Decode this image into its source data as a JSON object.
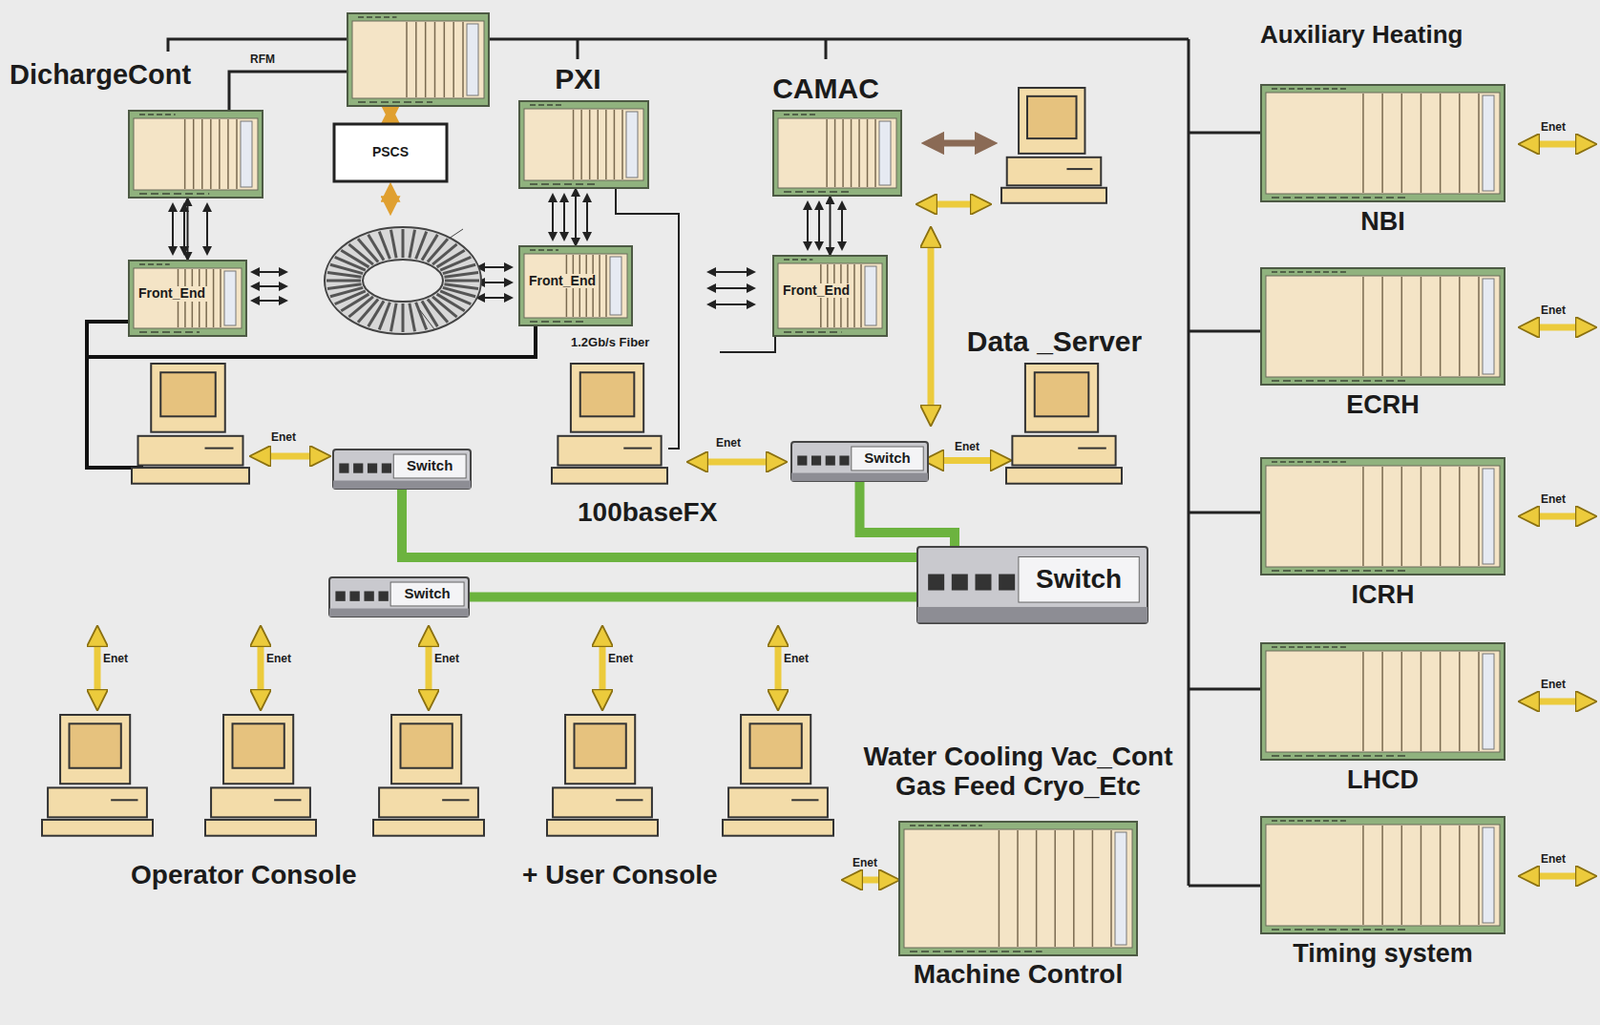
{
  "diagram": {
    "nodes": [
      {
        "text": [
          "DichargeCont"
        ]
      },
      {
        "text": [
          "PSCS"
        ]
      },
      {
        "text": [
          "PXI"
        ]
      },
      {
        "text": [
          "CAMAC"
        ]
      },
      {
        "text": [
          "Front_End"
        ]
      },
      {
        "text": [
          "Front_End"
        ]
      },
      {
        "text": [
          "Front_End"
        ]
      },
      {
        "text": [
          "Switch"
        ]
      },
      {
        "text": [
          "Switch"
        ]
      },
      {
        "text": [
          "Data _Server"
        ]
      },
      {
        "text": [
          "Switch"
        ]
      },
      {
        "text": [
          "Switch"
        ]
      },
      {
        "text": [
          "NBI"
        ]
      },
      {
        "text": [
          "ECRH"
        ]
      },
      {
        "text": [
          "ICRH"
        ]
      },
      {
        "text": [
          "LHCD"
        ]
      },
      {
        "text": [
          "Timing system"
        ]
      },
      {
        "text": [
          "Water Cooling Vac_Cont Gas Feed Cryo_Etc",
          "Machine Control"
        ]
      }
    ],
    "edges": [
      {
        "from": 0,
        "to": 4,
        "arrow": "both"
      },
      {
        "from": 2,
        "to": 5,
        "arrow": "both"
      },
      {
        "from": 3,
        "to": 6,
        "arrow": "both"
      },
      {
        "from": 9,
        "to": 8,
        "label": "Enet",
        "arrow": "both"
      },
      {
        "from": 7,
        "to": 10,
        "arrow": "none"
      },
      {
        "from": 8,
        "to": 10,
        "arrow": "none"
      },
      {
        "from": 11,
        "to": 10,
        "arrow": "none"
      }
    ],
    "labels": [
      "Auxiliary Heating",
      "RFM",
      "1.2Gb/s Fiber",
      "100baseFX",
      "Operator Console",
      "+ User Console",
      "Enet",
      "Enet",
      "Enet",
      "Enet",
      "Enet",
      "Enet",
      "Enet",
      "Enet",
      "Enet",
      "Enet",
      "Enet",
      "Enet",
      "Enet"
    ]
  }
}
